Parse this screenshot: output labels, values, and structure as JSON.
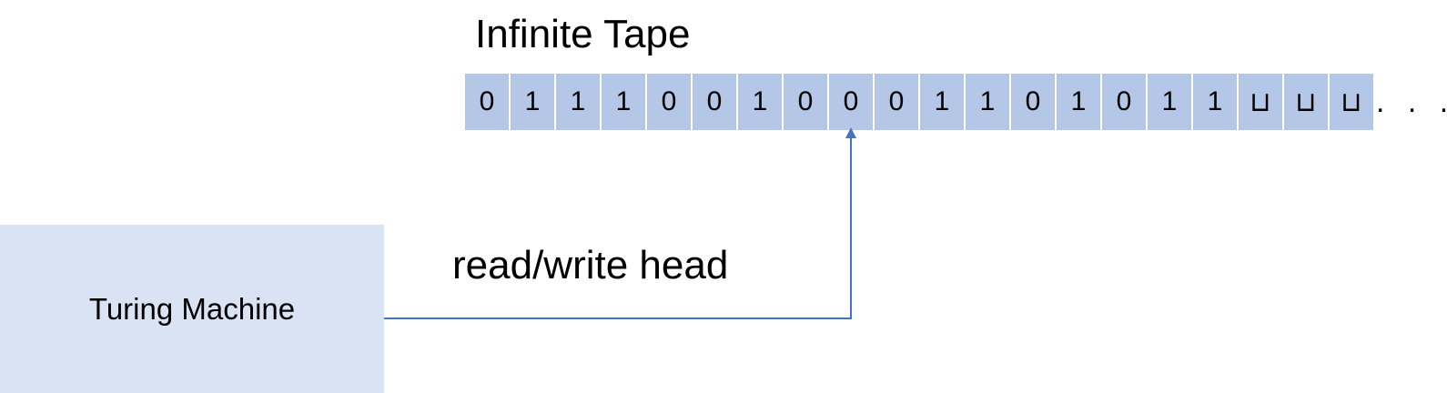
{
  "tape": {
    "title": "Infinite Tape",
    "cells": [
      "0",
      "1",
      "1",
      "1",
      "0",
      "0",
      "1",
      "0",
      "0",
      "0",
      "1",
      "1",
      "0",
      "1",
      "0",
      "1",
      "1",
      "⊔",
      "⊔",
      "⊔"
    ],
    "ellipsis": ". . .",
    "head_cell_index": 8
  },
  "head": {
    "label": "read/write head"
  },
  "machine": {
    "label": "Turing Machine"
  },
  "colors": {
    "cell_fill": "#b4c7e7",
    "machine_fill": "#dae3f3",
    "connector_stroke": "#4472c4"
  }
}
